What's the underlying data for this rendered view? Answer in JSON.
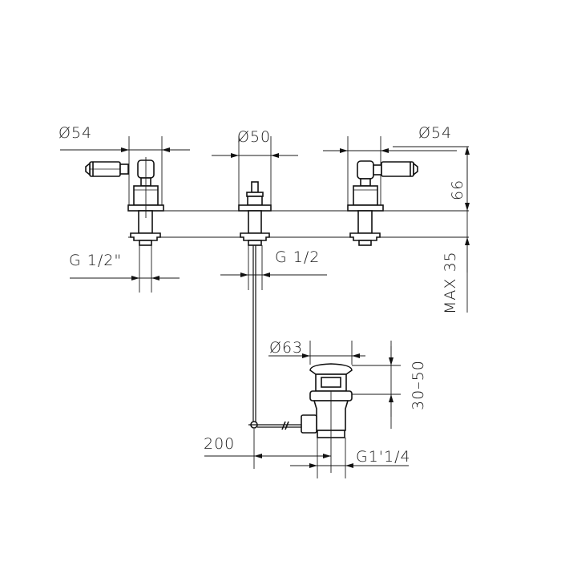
{
  "drawing": {
    "subject": "Three-hole basin mixer with pop-up waste",
    "colors": {
      "background": "#ffffff",
      "line": "#1a1a1a"
    },
    "dimensions": {
      "left_handle_diameter": "Ø54",
      "spout_diameter": "Ø50",
      "right_handle_diameter": "Ø54",
      "handle_height": "66",
      "max_deck_thickness": "MAX 35",
      "left_thread": "G 1/2\"",
      "spout_thread": "G 1/2",
      "waste_diameter": "Ø63",
      "waste_height_range": "30–50",
      "rod_distance": "200",
      "waste_thread": "G1'1/4"
    }
  }
}
